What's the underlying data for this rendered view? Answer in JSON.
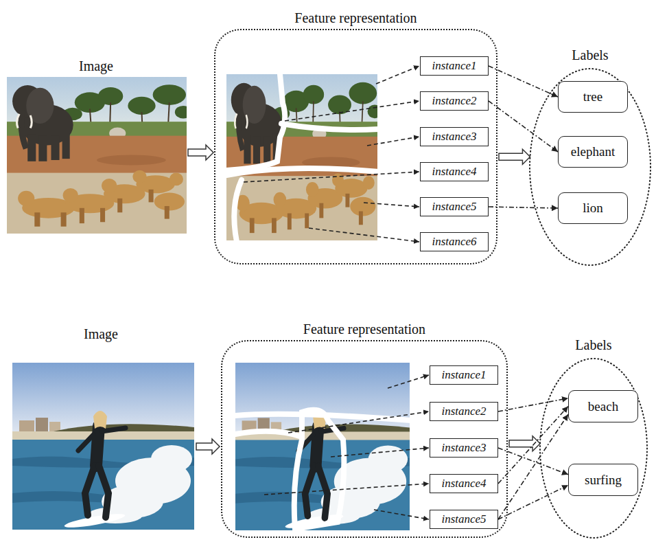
{
  "diagram": {
    "nodes": [
      {
        "text": [
          "Feature representation"
        ]
      },
      {
        "text": [
          "instance1"
        ],
        "in": 0
      },
      {
        "text": [
          "instance2"
        ],
        "in": 0
      },
      {
        "text": [
          "instance3"
        ],
        "in": 0
      },
      {
        "text": [
          "instance4"
        ],
        "in": 0
      },
      {
        "text": [
          "instance5"
        ],
        "in": 0
      },
      {
        "text": [
          "instance6"
        ],
        "in": 0
      },
      {
        "text": [
          "Labels"
        ]
      },
      {
        "text": [
          "tree"
        ],
        "in": 7
      },
      {
        "text": [
          "elephant"
        ],
        "in": 7
      },
      {
        "text": [
          "lion"
        ],
        "in": 7
      },
      {
        "text": [
          "Feature representation"
        ]
      },
      {
        "text": [
          "instance1"
        ],
        "in": 11
      },
      {
        "text": [
          "instance2"
        ],
        "in": 11
      },
      {
        "text": [
          "instance3"
        ],
        "in": 11
      },
      {
        "text": [
          "instance4"
        ],
        "in": 11
      },
      {
        "text": [
          "instance5"
        ],
        "in": 11
      },
      {
        "text": [
          "Labels"
        ]
      },
      {
        "text": [
          "beach"
        ],
        "in": 17
      },
      {
        "text": [
          "surfing"
        ],
        "in": 17
      }
    ],
    "edges": [
      {
        "from": 0,
        "to": 7,
        "arrow": "to"
      },
      {
        "from": 1,
        "to": 8,
        "arrow": "to"
      },
      {
        "from": 2,
        "to": 9,
        "arrow": "to"
      },
      {
        "from": 5,
        "to": 10,
        "arrow": "to"
      },
      {
        "from": 11,
        "to": 17,
        "arrow": "to"
      },
      {
        "from": 13,
        "to": 18,
        "arrow": "to"
      },
      {
        "from": 14,
        "to": 19,
        "arrow": "to"
      },
      {
        "from": 15,
        "to": 18,
        "arrow": "to"
      },
      {
        "from": 16,
        "to": 18,
        "arrow": "to"
      },
      {
        "from": 16,
        "to": 19,
        "arrow": "to"
      }
    ],
    "labels": [
      "Image",
      "Image"
    ]
  }
}
